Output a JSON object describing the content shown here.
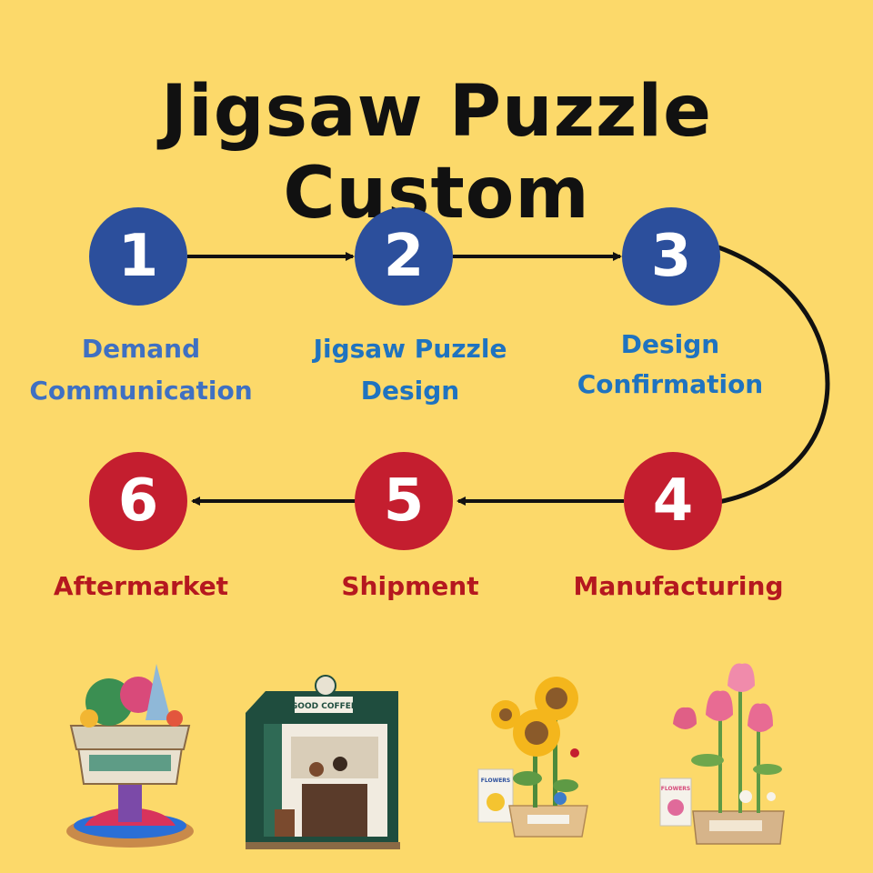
{
  "title": "Jigsaw Puzzle Custom",
  "steps": [
    {
      "number": "1",
      "line1": "Demand",
      "line2": "Communication"
    },
    {
      "number": "2",
      "line1": "Jigsaw Puzzle",
      "line2": "Design"
    },
    {
      "number": "3",
      "line1": "Design",
      "line2": "Confirmation"
    },
    {
      "number": "4",
      "line1": "Manufacturing",
      "line2": ""
    },
    {
      "number": "5",
      "line1": "Shipment",
      "line2": ""
    },
    {
      "number": "6",
      "line1": "Aftermarket",
      "line2": ""
    }
  ],
  "colors": {
    "background": "#fcd96a",
    "top_circles": "#2c4f9c",
    "bottom_circles": "#c41e2f",
    "top_labels": "#3f70c2",
    "bottom_labels": "#b5181f"
  },
  "products": {
    "cafe_sign": "GOOD COFFEE",
    "card_text": "FLOWERS"
  }
}
